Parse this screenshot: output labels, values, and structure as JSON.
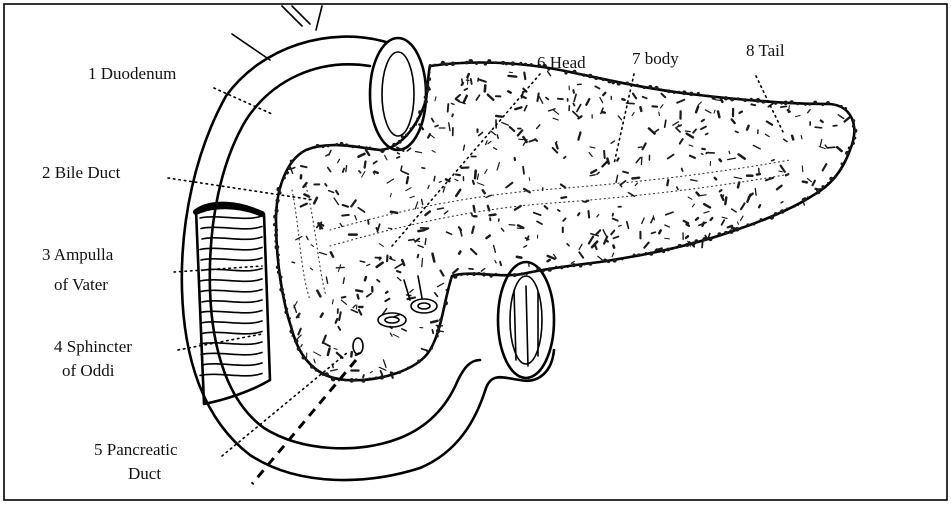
{
  "labels": {
    "duodenum": "1 Duodenum",
    "bile_duct": "2 Bile Duct",
    "ampulla_line1": "3 Ampulla",
    "ampulla_line2": "of Vater",
    "sphincter_line1": "4 Sphincter",
    "sphincter_line2": "of Oddi",
    "pancreatic_line1": "5 Pancreatic",
    "pancreatic_line2": "Duct",
    "head": "6 Head",
    "body": "7 body",
    "tail": "8 Tail"
  },
  "colors": {
    "ink": "#000000",
    "paper": "#ffffff",
    "texture": "#1a1a1a"
  }
}
